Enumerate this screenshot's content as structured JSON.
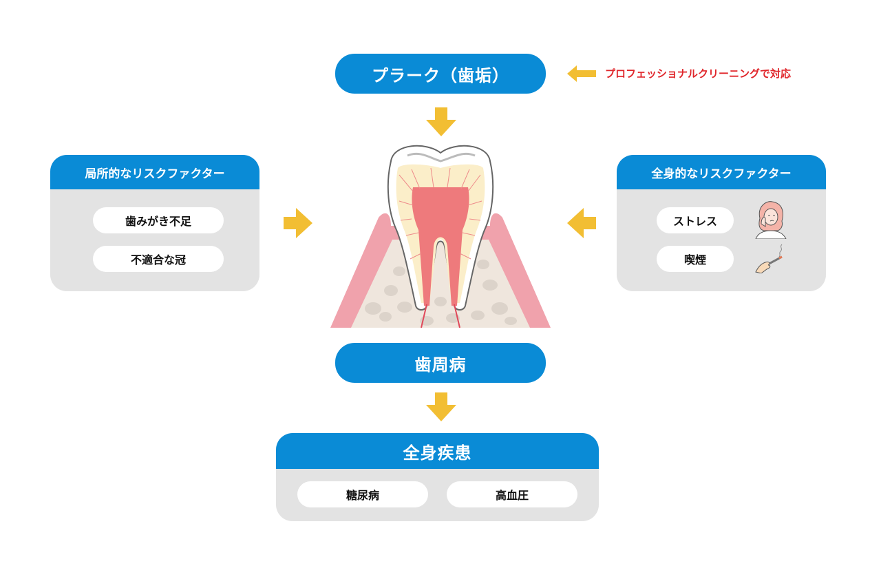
{
  "plaque": {
    "label": "プラーク（歯垢）"
  },
  "professional_note": {
    "label": "プロフェッショナルクリーニングで対応"
  },
  "local_risk": {
    "title": "局所的なリスクファクター",
    "items": [
      "歯みがき不足",
      "不適合な冠"
    ]
  },
  "systemic_risk": {
    "title": "全身的なリスクファクター",
    "items": [
      "ストレス",
      "喫煙"
    ]
  },
  "periodontal": {
    "label": "歯周病"
  },
  "systemic_disease": {
    "title": "全身疾患",
    "items": [
      "糖尿病",
      "高血圧"
    ]
  },
  "colors": {
    "primary_blue": "#0a8bd6",
    "arrow_yellow": "#f2be33",
    "note_red": "#e0262b",
    "panel_gray": "#e3e3e3",
    "gum_pink": "#f0a2ac",
    "pulp_red": "#ee7a7c"
  }
}
